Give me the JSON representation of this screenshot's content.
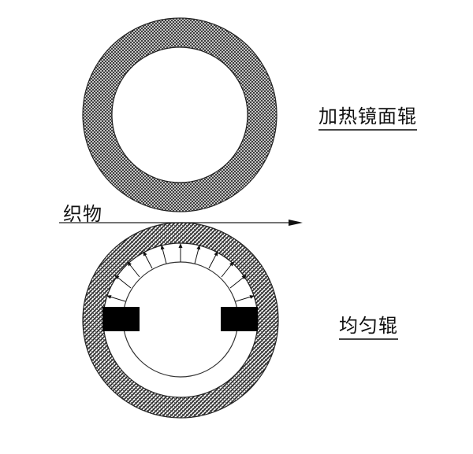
{
  "labels": {
    "heated_mirror_roll": "加热镜面辊",
    "fabric": "织物",
    "uniform_roll": "均匀辊"
  },
  "colors": {
    "line": "#222222",
    "hatch": "#333333",
    "block": "#000000",
    "background": "#ffffff"
  }
}
